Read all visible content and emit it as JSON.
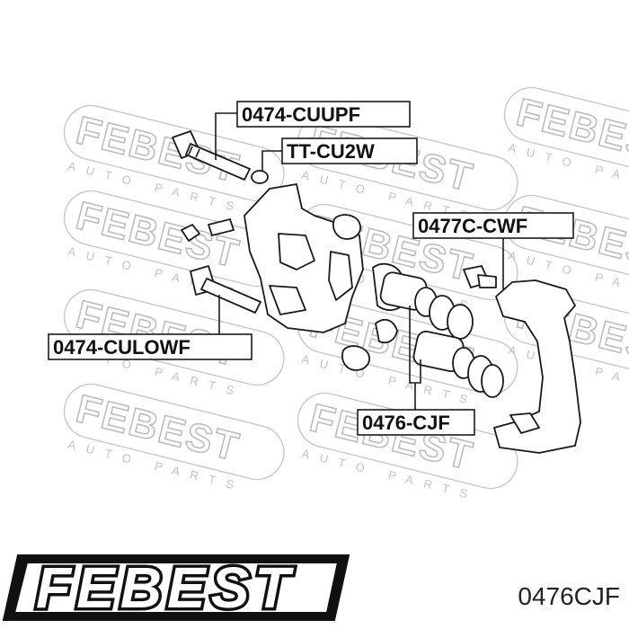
{
  "watermark": {
    "brand": "FEBEST",
    "sub": "AUTO PARTS"
  },
  "labels": {
    "cuupf": "0474-CUUPF",
    "cu2w": "TT-CU2W",
    "cwf": "0477C-CWF",
    "culowf": "0474-CULOWF",
    "cjf": "0476-CJF"
  },
  "logo": {
    "text": "FEBEST"
  },
  "part_number": "0476CJF"
}
